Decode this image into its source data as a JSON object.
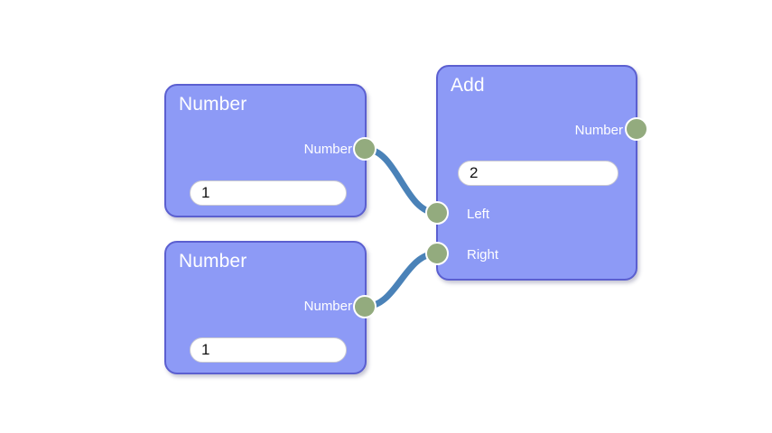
{
  "app": {
    "canvas_background": "#ffffff",
    "node_fill": "#8d9af6",
    "node_border": "#5b5fd0",
    "socket_color": "#93ab7e",
    "edge_color": "#4a82b8",
    "title_color": "#ffffff",
    "field_background": "#ffffff"
  },
  "nodes": [
    {
      "id": "number-1",
      "title": "Number",
      "outputs": [
        {
          "label": "Number"
        }
      ],
      "inputs": [],
      "field": {
        "value": "1",
        "placeholder": ""
      }
    },
    {
      "id": "number-2",
      "title": "Number",
      "outputs": [
        {
          "label": "Number"
        }
      ],
      "inputs": [],
      "field": {
        "value": "1",
        "placeholder": ""
      }
    },
    {
      "id": "add",
      "title": "Add",
      "outputs": [
        {
          "label": "Number"
        }
      ],
      "inputs": [
        {
          "label": "Left"
        },
        {
          "label": "Right"
        }
      ],
      "field": {
        "value": "2",
        "placeholder": ""
      }
    }
  ],
  "edges": [
    {
      "id": "edge-number1-to-left",
      "from": "number-1.Number",
      "to": "add.Left"
    },
    {
      "id": "edge-number2-to-right",
      "from": "number-2.Number",
      "to": "add.Right"
    }
  ]
}
